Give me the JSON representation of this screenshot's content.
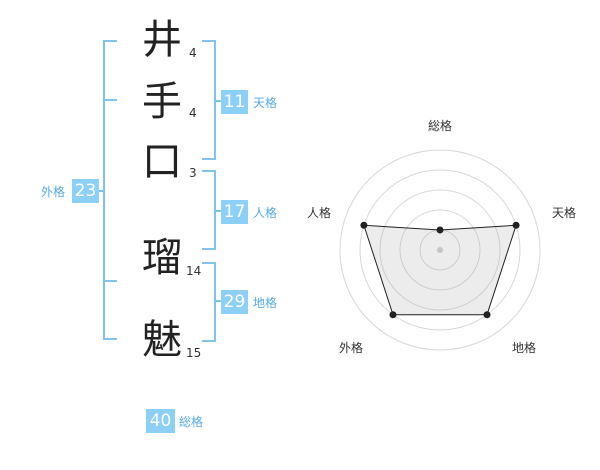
{
  "name": {
    "chars": [
      {
        "char": "井",
        "strokes": "4"
      },
      {
        "char": "手",
        "strokes": "4"
      },
      {
        "char": "口",
        "strokes": "3"
      },
      {
        "char": "瑠",
        "strokes": "14"
      },
      {
        "char": "魅",
        "strokes": "15"
      }
    ]
  },
  "kaku": {
    "tenkaku": {
      "value": "11",
      "label": "天格"
    },
    "jinkaku": {
      "value": "17",
      "label": "人格"
    },
    "chikaku": {
      "value": "29",
      "label": "地格"
    },
    "gaikaku": {
      "value": "23",
      "label": "外格"
    },
    "soukaku": {
      "value": "40",
      "label": "総格"
    }
  },
  "colors": {
    "accent": "#8cd0f7",
    "bracket": "#7fc3ee",
    "label": "#55aaee"
  },
  "chart_data": {
    "type": "radar",
    "axes": [
      "総格",
      "天格",
      "地格",
      "外格",
      "人格"
    ],
    "levels": 5,
    "max": 5,
    "values": [
      1,
      4,
      4,
      4,
      4
    ]
  }
}
